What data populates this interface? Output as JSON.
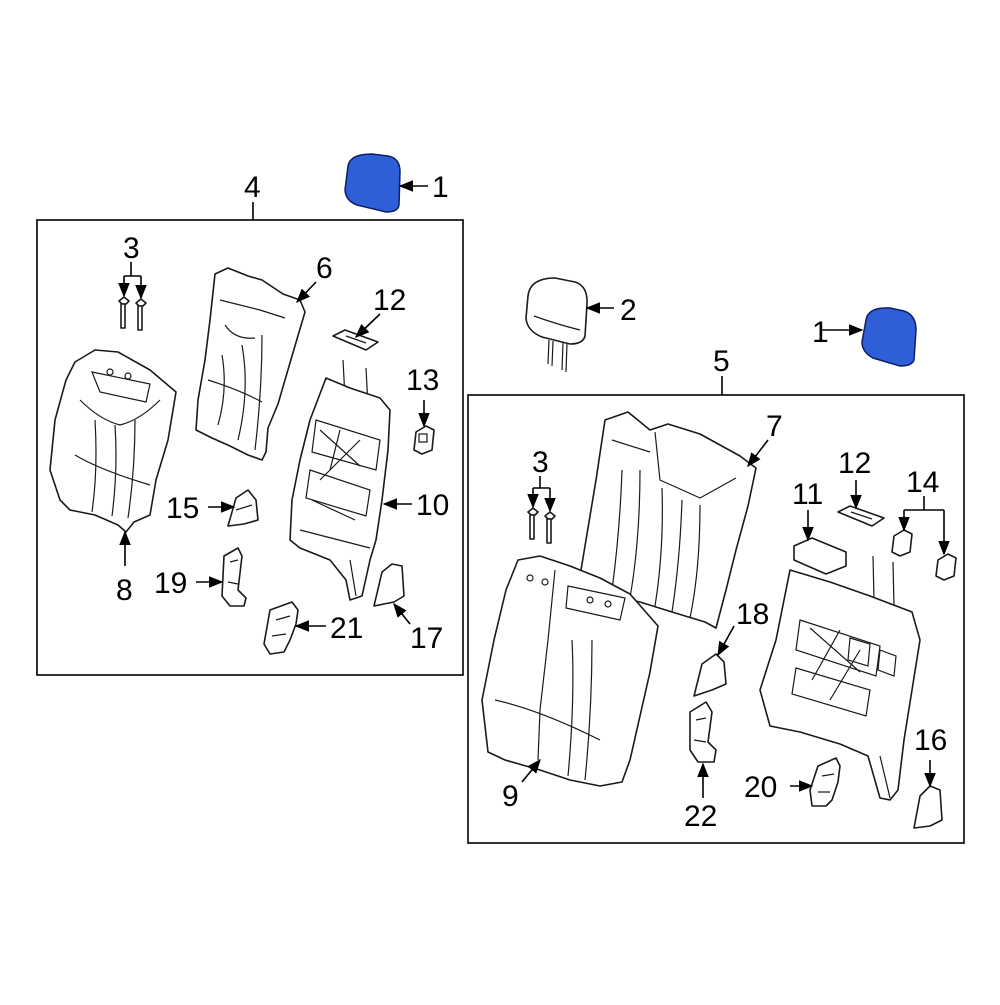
{
  "colors": {
    "highlight": "#2f5fd6",
    "highlight_stroke": "#0d1f66",
    "line": "#1a1a1a"
  },
  "callouts": {
    "headrest_highlight_left": "1",
    "headrest_highlight_right": "1",
    "headrest_center": "2",
    "bolt_left": "3",
    "bolt_right": "3",
    "seat_back_left_assembly": "4",
    "seat_back_right_assembly": "5",
    "cover_left": "6",
    "cover_right": "7",
    "pad_left": "8",
    "pad_right": "9",
    "frame_left": "10",
    "frame_right": "11",
    "guide_left": "12",
    "guide_right": "12",
    "latch_left": "13",
    "latch_right": "14",
    "trim_15": "15",
    "trim_16": "16",
    "trim_17": "17",
    "trim_18": "18",
    "bracket_19": "19",
    "bracket_20": "20",
    "bracket_21": "21",
    "bracket_22": "22"
  }
}
